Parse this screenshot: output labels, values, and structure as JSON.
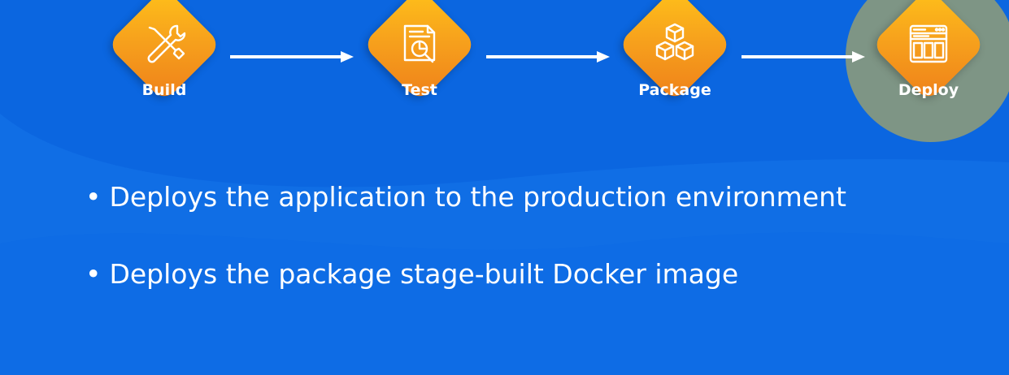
{
  "colors": {
    "background": "#0b66e0",
    "diamond_top": "#ffc21a",
    "diamond_bottom": "#ee7f1a",
    "highlight": "#7e9585",
    "text": "#ffffff"
  },
  "pipeline": {
    "stages": [
      {
        "label": "Build",
        "icon": "tools-icon"
      },
      {
        "label": "Test",
        "icon": "test-report-icon"
      },
      {
        "label": "Package",
        "icon": "boxes-icon"
      },
      {
        "label": "Deploy",
        "icon": "browser-window-icon",
        "active": true
      }
    ]
  },
  "bullets": [
    "Deploys the application to the production environment",
    "Deploys the package stage-built Docker image"
  ]
}
